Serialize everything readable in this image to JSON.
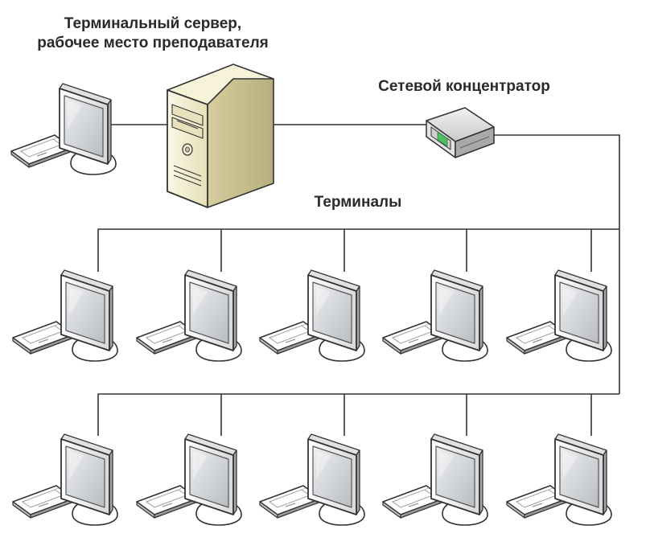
{
  "labels": {
    "server_line1": "Терминальный сервер,",
    "server_line2": "рабочее место преподавателя",
    "hub": "Сетевой концентратор",
    "terminals": "Терминалы"
  },
  "nodes": {
    "teacher_workstation": "monitor-icon",
    "server": "server-tower-icon",
    "hub": "network-hub-icon",
    "terminal": "monitor-icon"
  },
  "terminal_rows": [
    {
      "row": 1,
      "count": 5
    },
    {
      "row": 2,
      "count": 5
    }
  ],
  "colors": {
    "line": "#333333",
    "server_body": "#efe9c8",
    "screen": "#d9dbde",
    "monitor_frame": "#f4f4f4",
    "hub_accent": "#4fbe62"
  }
}
